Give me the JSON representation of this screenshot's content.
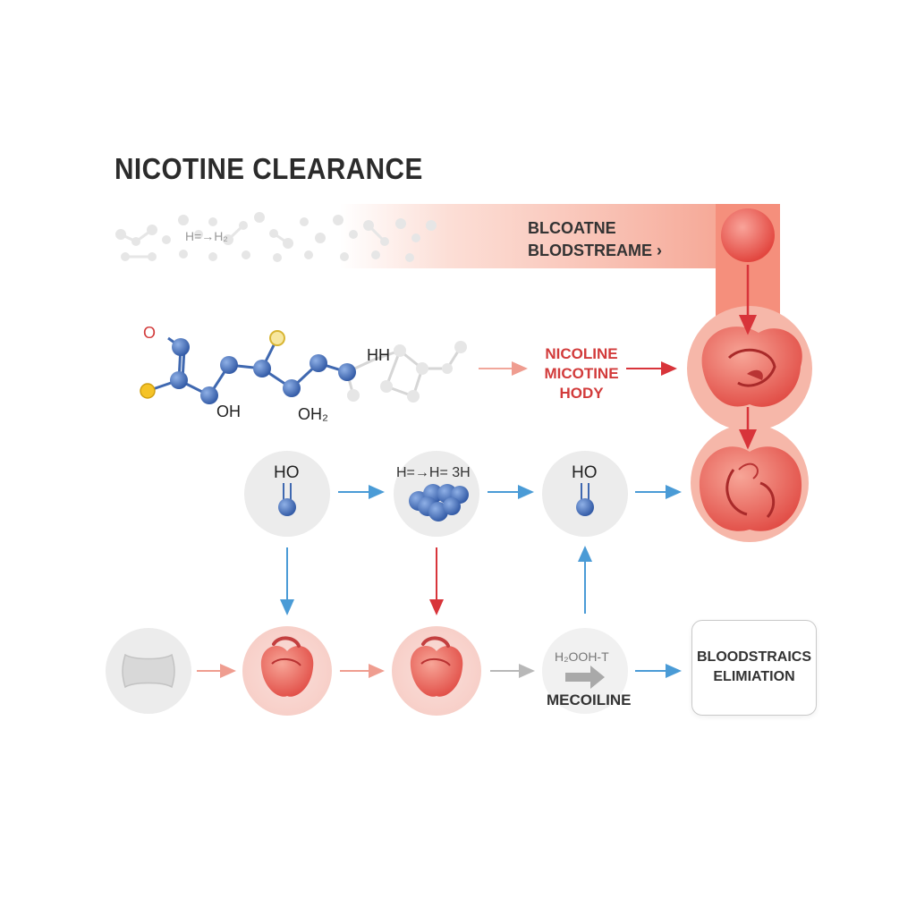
{
  "title": "NICOTINE CLEARANCE",
  "top_band": {
    "formula": "H=→H₂",
    "line1": "BLCOATNE",
    "line2": "BLODSTREAME ›"
  },
  "molecule": {
    "atom_o1": "O",
    "atom_oh": "OH",
    "atom_oh2": "OH₂",
    "atom_hh": "HH"
  },
  "mid_label": {
    "line1": "NICOLINE",
    "line2": "MICOTINE",
    "line3": "HODY"
  },
  "row1": {
    "node1_label": "HO",
    "node2_label": "H=→H= 3H",
    "node3_label": "HO"
  },
  "row2": {
    "node4_label": "H₂OOH-T",
    "node4_caption": "MECOILINE"
  },
  "callout": {
    "line1": "BLOODSTRAICS",
    "line2": "ELIMIATION"
  },
  "colors": {
    "red": "#e0443e",
    "light_red": "#f6a89a",
    "blue_atom": "#3f68b0",
    "arrow_blue": "#4a9bd6",
    "arrow_red": "#d8343a",
    "gray_circle": "#ececec"
  }
}
